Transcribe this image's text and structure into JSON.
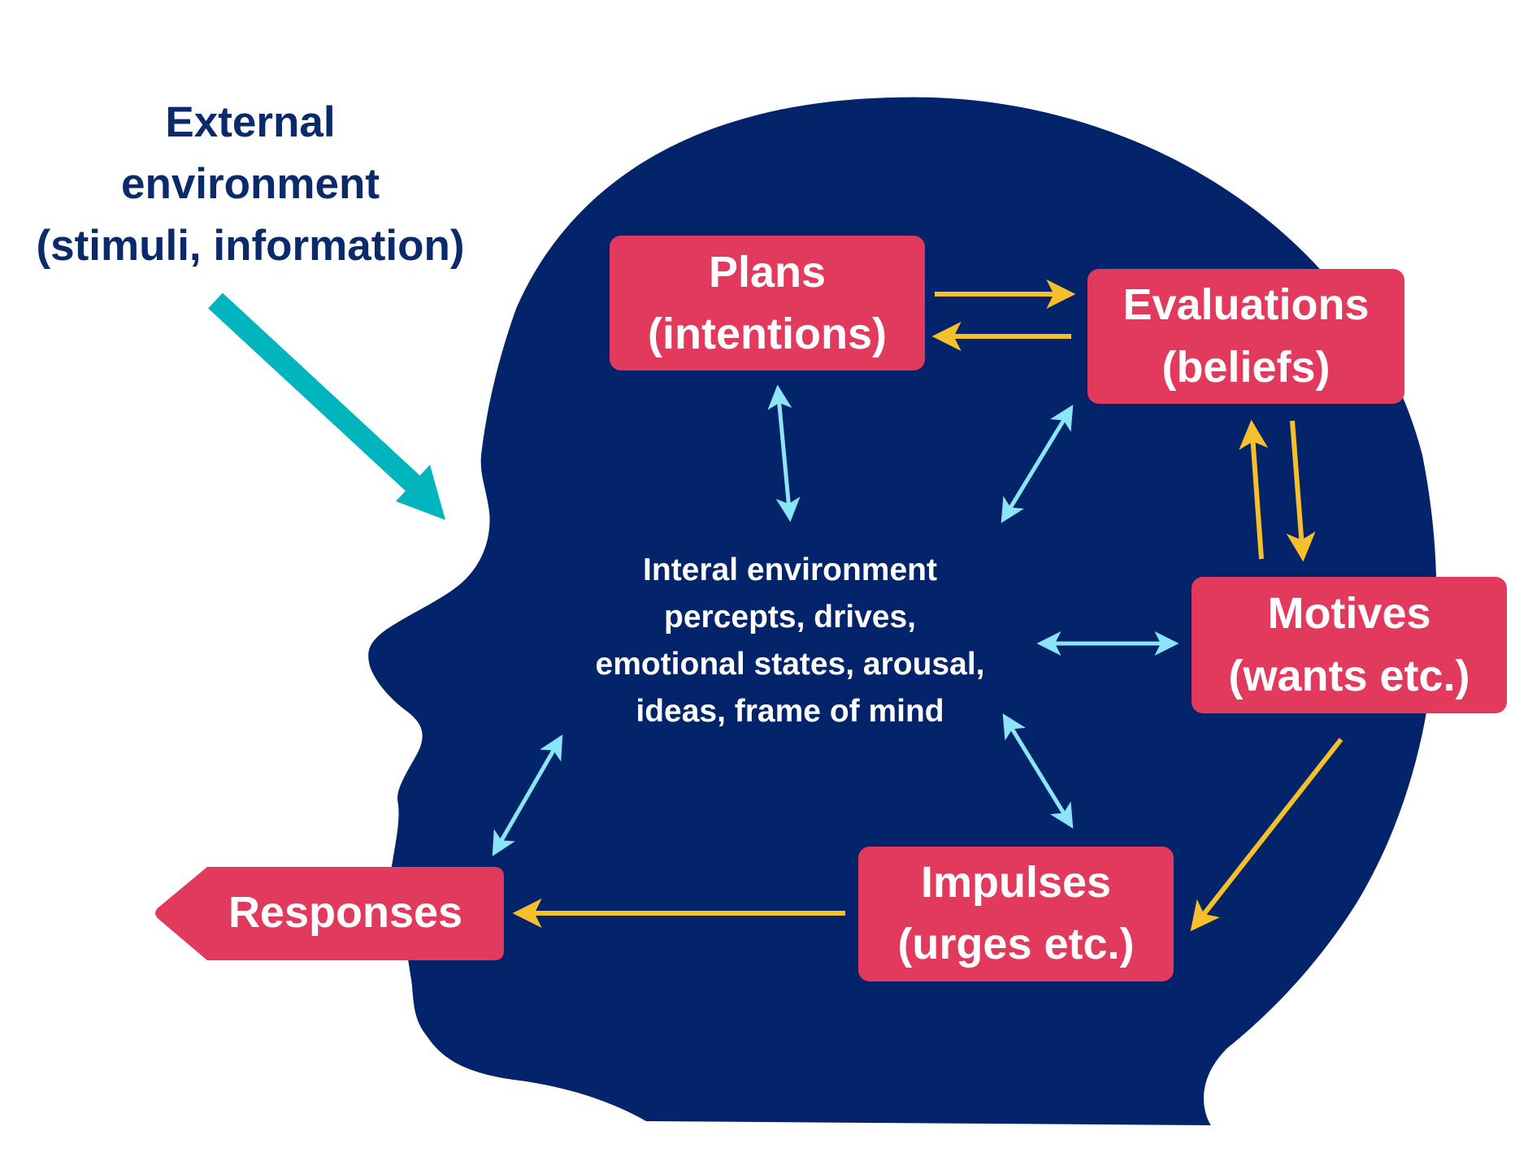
{
  "colors": {
    "head": "#03246b",
    "box": "#e23a5d",
    "box_text": "#ffffff",
    "external_text": "#0b2a6b",
    "teal_arrow": "#00b5bd",
    "yellow_arrow": "#f6c02c",
    "cyan_arrow": "#8ae6f6",
    "inner_text": "#ffffff"
  },
  "external": {
    "line1": "External",
    "line2": "environment",
    "line3": "(stimuli, information)"
  },
  "internal": {
    "line1": "Interal environment",
    "line2": "percepts, drives,",
    "line3": "emotional states, arousal,",
    "line4": "ideas, frame of mind"
  },
  "nodes": {
    "plans": {
      "line1": "Plans",
      "line2": "(intentions)"
    },
    "evaluations": {
      "line1": "Evaluations",
      "line2": "(beliefs)"
    },
    "motives": {
      "line1": "Motives",
      "line2": "(wants etc.)"
    },
    "impulses": {
      "line1": "Impulses",
      "line2": "(urges etc.)"
    },
    "responses": {
      "label": "Responses"
    }
  }
}
